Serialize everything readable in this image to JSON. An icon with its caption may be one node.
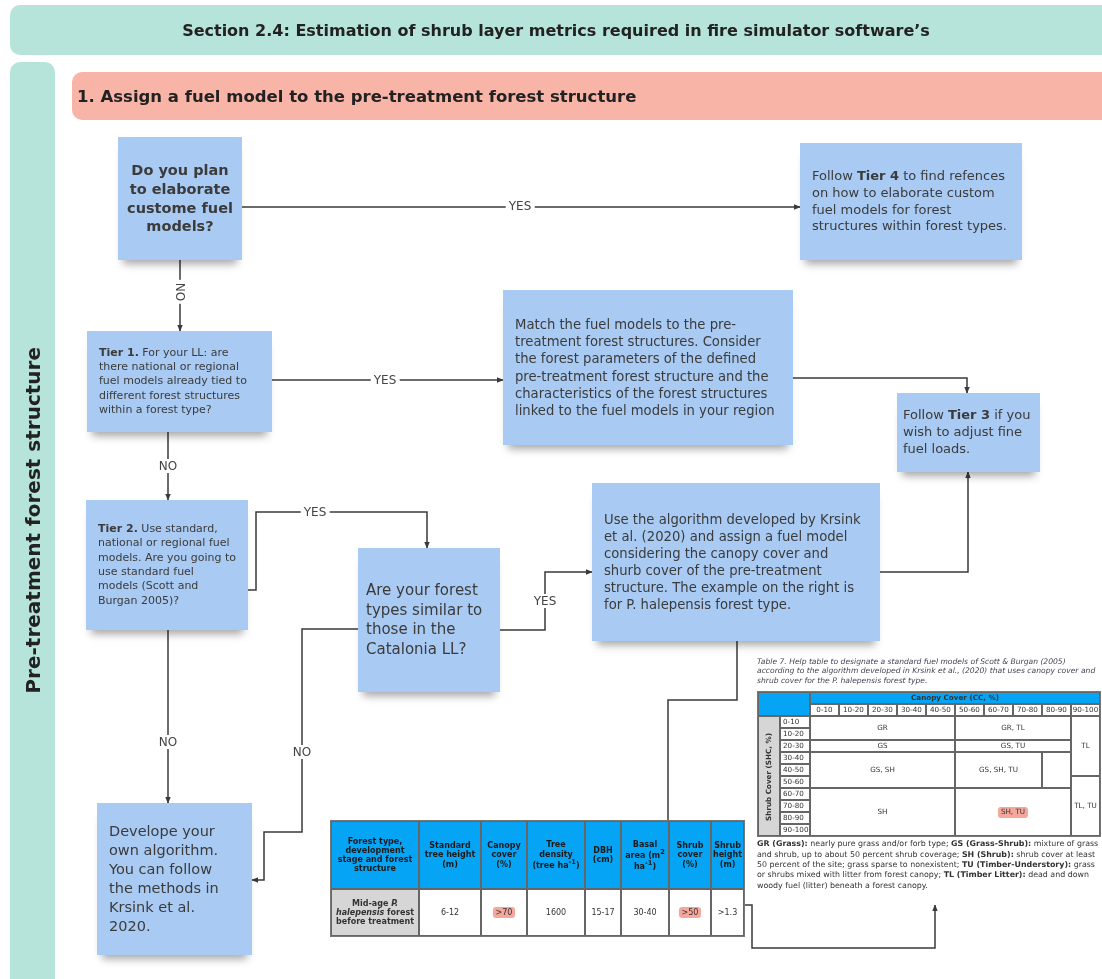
{
  "diagram": {
    "title": "Section 2.4: Estimation of shrub layer metrics required in fire simulator software’s",
    "nodes": [
      {
        "text": [
          "Pre-treatment forest structure"
        ]
      },
      {
        "text": [
          "1. Assign a fuel model to the pre-treatment forest structure"
        ]
      },
      {
        "text": [
          "Do you plan to elaborate custome fuel models?"
        ]
      },
      {
        "text": [
          "Follow **Tier 4** to find refences on how to elaborate custom fuel models for forest structures within forest types."
        ]
      },
      {
        "text": [
          "**Tier 1.** For your LL: are there national or regional fuel models already tied to different forest structures within a forest type?"
        ]
      },
      {
        "text": [
          "Match the fuel models to the pre-treatment forest structures. Consider the forest parameters of the defined pre-treatment forest structure and the characteristics of the forest structures linked to the fuel models in your region"
        ]
      },
      {
        "text": [
          "Follow **Tier 3** if you wish to adjust fine fuel loads."
        ]
      },
      {
        "text": [
          "**Tier 2.** Use standard, national or regional fuel models. Are you going to use standard fuel models (Scott and Burgan 2005)?"
        ]
      },
      {
        "text": [
          "Are your forest types similar to those in the Catalonia LL?"
        ]
      },
      {
        "text": [
          "Use the algorithm developed by Krsink et al. (2020) and assign a fuel model considering the canopy cover and shurb cover of the pre-treatment structure. The example on the right is for P. halepensis forest type."
        ]
      },
      {
        "text": [
          "Develope your own algorithm. You can follow the methods in Krsink et al. 2020."
        ]
      },
      {
        "text": [
          "Forest type, development stage and forest structure",
          "Standard tree height (m)",
          "Canopy cover (%)",
          "Tree density (tree ha$^{-1}$)",
          "DBH (cm)",
          "Basal area (m$^{2}$ ha$^{-1}$)",
          "Shrub cover (%)",
          "Shrub height (m)",
          "Mid-age *P. halepensis* forest before treatment",
          "6-12",
          ">70",
          "1600",
          "15-17",
          "30-40",
          ">50",
          ">1.3"
        ]
      },
      {
        "text": [
          "Table 7. Help table to designate a standard fuel models of Scott & Burgan (2005) according to the algorithm developed in Krsink et al., (2020) that uses canopy cover and shrub cover for the P. halepensis forest type.",
          "Canopy Cover (CC, %)",
          "0-10",
          "10-20",
          "20-30",
          "30-40",
          "40-50",
          "50-60",
          "60-70",
          "70-80",
          "80-90",
          "90-100",
          "Shrub Cover (SHC, %)",
          "0-10",
          "10-20",
          "20-30",
          "30-40",
          "40-50",
          "50-60",
          "60-70",
          "70-80",
          "80-90",
          "90-100",
          "GR",
          "GR, TL",
          "GS",
          "GS, TU",
          "TL",
          "GS, SH",
          "GS, SH, TU",
          "SH",
          "SH, TU",
          "TL, TU",
          "**GR (Grass):** nearly pure grass and/or forb type; **GS (Grass-Shrub):** mixture of grass and shrub, up to about 50 percent shrub coverage; **SH (Shrub):** shrub cover at least 50 percent of the site; grass sparse to nonexistent; **TU (Timber-Understory):** grass or shrubs mixed with litter from forest canopy; **TL (Timber Litter):** dead and down woody fuel (litter) beneath a forest canopy."
        ]
      }
    ],
    "edges": [
      {
        "from": 2,
        "to": 3,
        "arrow": "to",
        "label": "YES"
      },
      {
        "from": 2,
        "to": 4,
        "arrow": "to",
        "label": "NO"
      },
      {
        "from": 4,
        "to": 5,
        "arrow": "to",
        "label": "YES"
      },
      {
        "from": 5,
        "to": 6,
        "arrow": "to"
      },
      {
        "from": 4,
        "to": 7,
        "arrow": "to",
        "label": "NO"
      },
      {
        "from": 7,
        "to": 8,
        "arrow": "to",
        "label": "YES"
      },
      {
        "from": 8,
        "to": 9,
        "arrow": "to",
        "label": "YES"
      },
      {
        "from": 9,
        "to": 6,
        "arrow": "to"
      },
      {
        "from": 7,
        "to": 10,
        "arrow": "to",
        "label": "NO"
      },
      {
        "from": 8,
        "to": 10,
        "arrow": "to",
        "label": "NO"
      },
      {
        "from": 9,
        "to": 11,
        "arrow": "none"
      },
      {
        "from": 11,
        "to": 12,
        "arrow": "to"
      }
    ]
  }
}
